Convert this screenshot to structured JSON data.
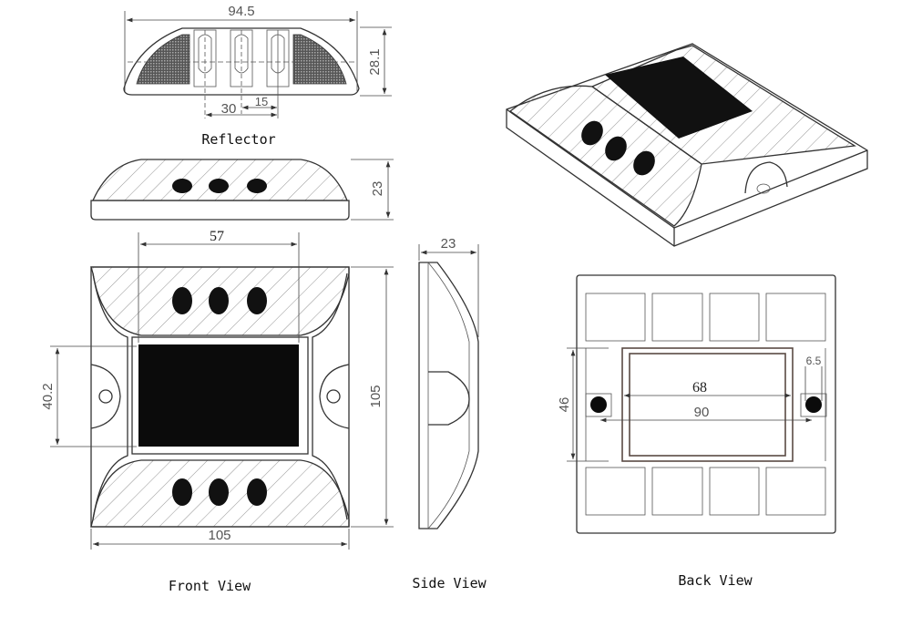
{
  "labels": {
    "reflector": "Reflector",
    "front_view": "Front View",
    "side_view": "Side View",
    "back_view": "Back View"
  },
  "dimensions": {
    "reflector_width": "94.5",
    "reflector_height": "28.1",
    "reflector_spacing_30": "30",
    "reflector_spacing_15": "15",
    "top_height": "23",
    "front_panel_width": "57",
    "front_panel_height": "40.2",
    "front_height": "105",
    "front_width": "105",
    "side_width": "23",
    "back_inner_width": "68",
    "back_hole_spacing": "90",
    "back_height": "46",
    "back_hole_diameter": "6.5"
  },
  "colors": {
    "line": "#333333",
    "panel": "#111111"
  }
}
